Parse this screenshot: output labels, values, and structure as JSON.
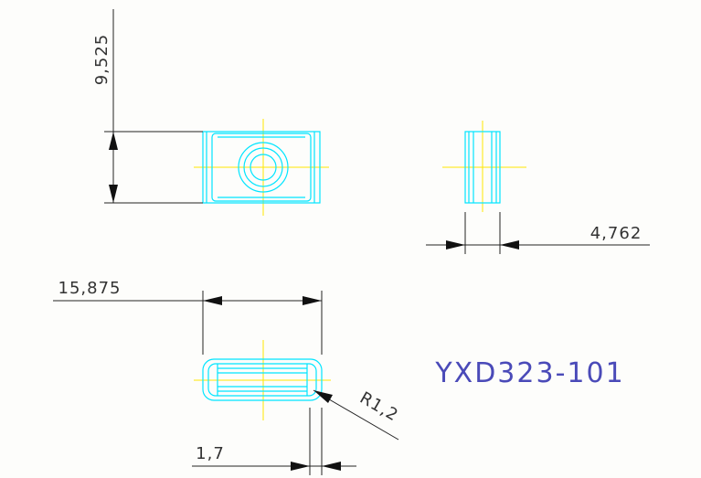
{
  "colors": {
    "background": "#fdfdfb",
    "outline": "#00e5ff",
    "center_line": "#ffe600",
    "dimension": "#222222",
    "part_label": "#4a4ab8"
  },
  "dimensions": {
    "height": "9,525",
    "thickness": "4,762",
    "length": "15,875",
    "radius": "R1,2",
    "chamfer": "1,7"
  },
  "part_number": "YXD323-101"
}
